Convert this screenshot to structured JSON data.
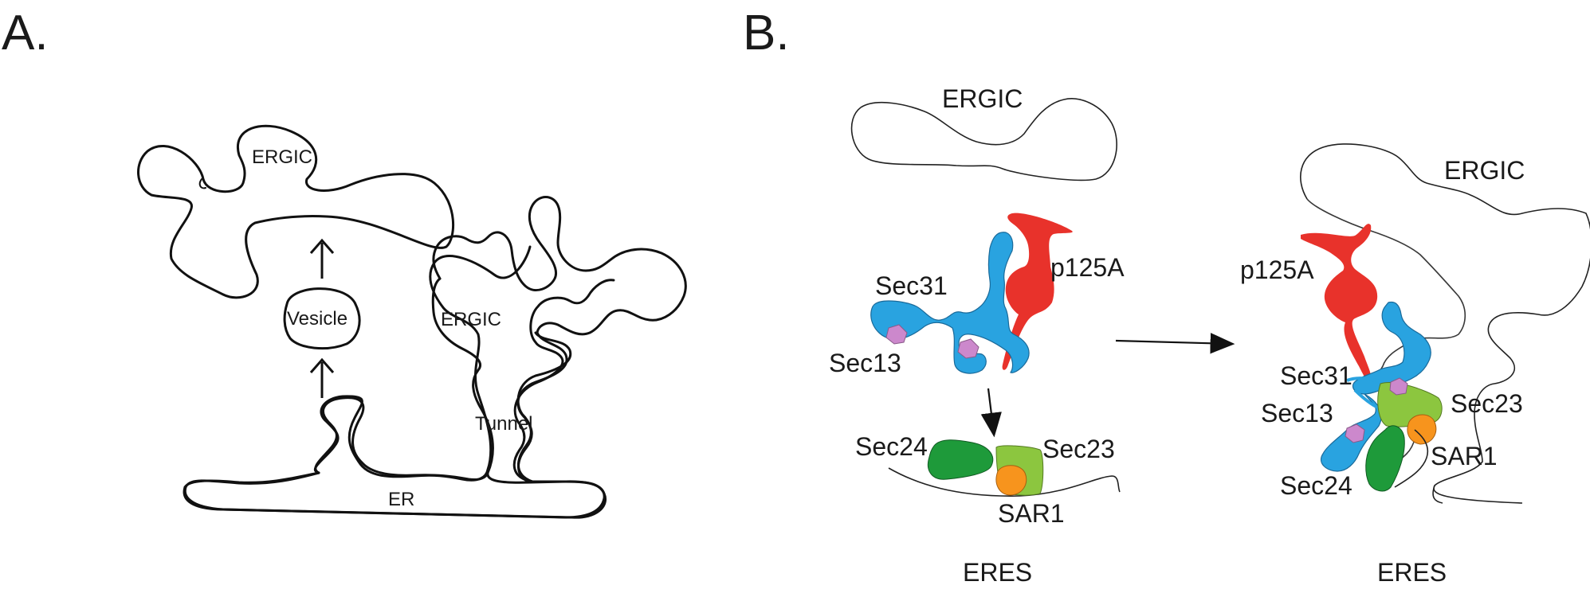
{
  "panel_a": {
    "label": "A.",
    "ergic_top": "ERGIC",
    "vesicle": "Vesicle",
    "ergic_right": "ERGIC",
    "tunnel": "Tunnel",
    "er": "ER"
  },
  "panel_b": {
    "label": "B.",
    "left": {
      "ergic": "ERGIC",
      "p125a": "p125A",
      "sec31": "Sec31",
      "sec13": "Sec13",
      "sec24": "Sec24",
      "sec23": "Sec23",
      "sar1": "SAR1",
      "eres": "ERES"
    },
    "right": {
      "ergic": "ERGIC",
      "p125a": "p125A",
      "sec31": "Sec31",
      "sec13": "Sec13",
      "sec23": "Sec23",
      "sar1": "SAR1",
      "sec24": "Sec24",
      "eres": "ERES"
    }
  },
  "colors": {
    "p125a": "#e8322b",
    "sec31": "#29a3e0",
    "sec13": "#cc88cc",
    "sec24": "#1e9a3a",
    "sec23": "#8cc63f",
    "sar1": "#f7941d"
  }
}
